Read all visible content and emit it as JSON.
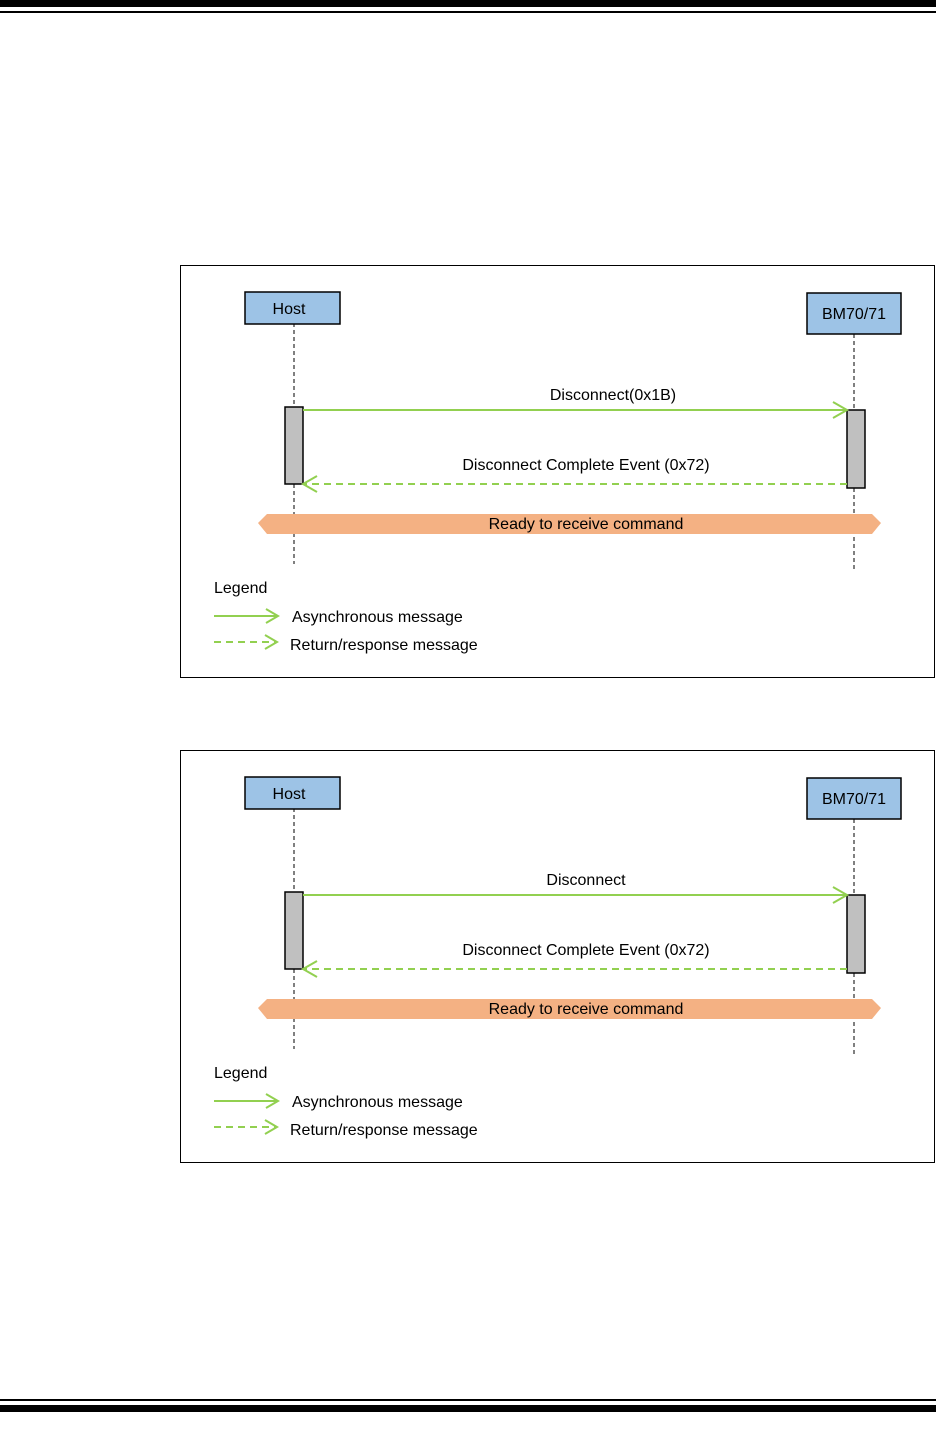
{
  "diagrams": [
    {
      "participants": {
        "left": "Host",
        "right": "BM70/71"
      },
      "messages": {
        "request": "Disconnect(0x1B)",
        "response": "Disconnect Complete Event (0x72)"
      },
      "band": "Ready to receive command",
      "legend": {
        "title": "Legend",
        "async": "Asynchronous message",
        "response": "Return/response message"
      }
    },
    {
      "participants": {
        "left": "Host",
        "right": "BM70/71"
      },
      "messages": {
        "request": "Disconnect",
        "response": "Disconnect Complete Event (0x72)"
      },
      "band": "Ready to receive command",
      "legend": {
        "title": "Legend",
        "async": "Asynchronous message",
        "response": "Return/response message"
      }
    }
  ],
  "colors": {
    "participant_fill": "#9dc3e6",
    "activation_fill": "#c0c0c0",
    "message_line": "#92d050",
    "band_fill": "#f4b183"
  }
}
